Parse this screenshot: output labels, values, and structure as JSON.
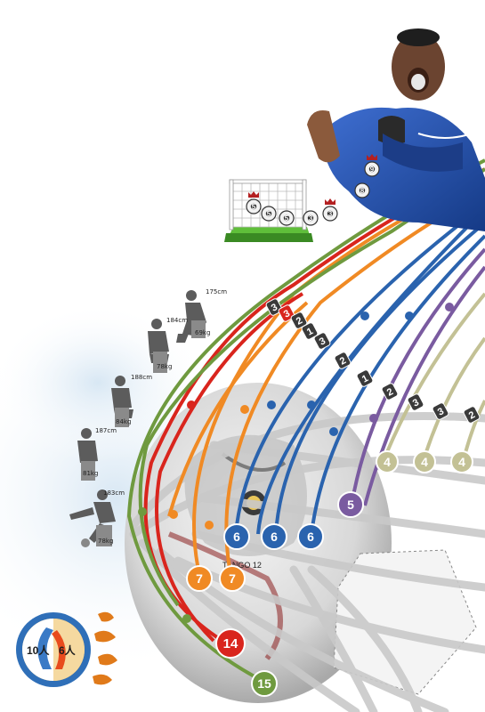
{
  "players": [
    {
      "height": "175cm",
      "weight": "69kg"
    },
    {
      "height": "184cm",
      "weight": "78kg"
    },
    {
      "height": "188cm",
      "weight": "84kg"
    },
    {
      "height": "187cm",
      "weight": "81kg"
    },
    {
      "height": "183cm",
      "weight": "78kg"
    }
  ],
  "goal_balls": [
    "5",
    "5",
    "5",
    "3",
    "3",
    "8",
    "9"
  ],
  "line_tags": [
    "3",
    "3",
    "2",
    "1",
    "3",
    "2",
    "1",
    "2",
    "3",
    "3",
    "2"
  ],
  "circle_labels": [
    {
      "text": "5",
      "color": "#7a5ba0"
    },
    {
      "text": "4",
      "color": "#c3c195"
    },
    {
      "text": "4",
      "color": "#c3c195"
    },
    {
      "text": "4",
      "color": "#c3c195"
    },
    {
      "text": "6",
      "color": "#2a63ae"
    },
    {
      "text": "6",
      "color": "#2a63ae"
    },
    {
      "text": "6",
      "color": "#2a63ae"
    },
    {
      "text": "7",
      "color": "#f08a24"
    },
    {
      "text": "7",
      "color": "#f08a24"
    },
    {
      "text": "14",
      "color": "#d9251d"
    },
    {
      "text": "15",
      "color": "#6f9a3f"
    }
  ],
  "legend": {
    "left_count": "10人",
    "right_count": "6人"
  },
  "ball_brand": "TANGO 12",
  "colors": {
    "green": "#6f9a3f",
    "red": "#d9251d",
    "orange": "#f08a24",
    "blue": "#2a63ae",
    "purple": "#7a5ba0",
    "khaki": "#c3c195",
    "grey": "#c9c9c9"
  }
}
